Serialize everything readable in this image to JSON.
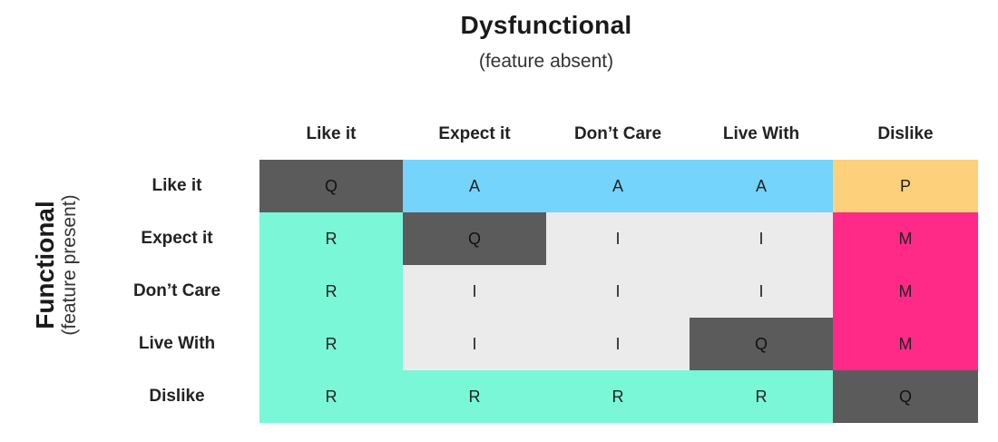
{
  "title": "Dysfunctional",
  "subtitle": "(feature absent)",
  "side_title": "Functional",
  "side_subtitle": "(feature present)",
  "columns": [
    "Like it",
    "Expect it",
    "Don’t Care",
    "Live With",
    "Dislike"
  ],
  "rows": [
    "Like it",
    "Expect it",
    "Don’t Care",
    "Live With",
    "Dislike"
  ],
  "grid": [
    [
      "Q",
      "A",
      "A",
      "A",
      "P"
    ],
    [
      "R",
      "Q",
      "I",
      "I",
      "M"
    ],
    [
      "R",
      "I",
      "I",
      "I",
      "M"
    ],
    [
      "R",
      "I",
      "I",
      "Q",
      "M"
    ],
    [
      "R",
      "R",
      "R",
      "R",
      "Q"
    ]
  ],
  "colors": {
    "Q": "#5b5b5b",
    "A": "#74d4fb",
    "P": "#fdd07c",
    "R": "#7af7d7",
    "I": "#ebebeb",
    "M": "#ff2a87"
  }
}
